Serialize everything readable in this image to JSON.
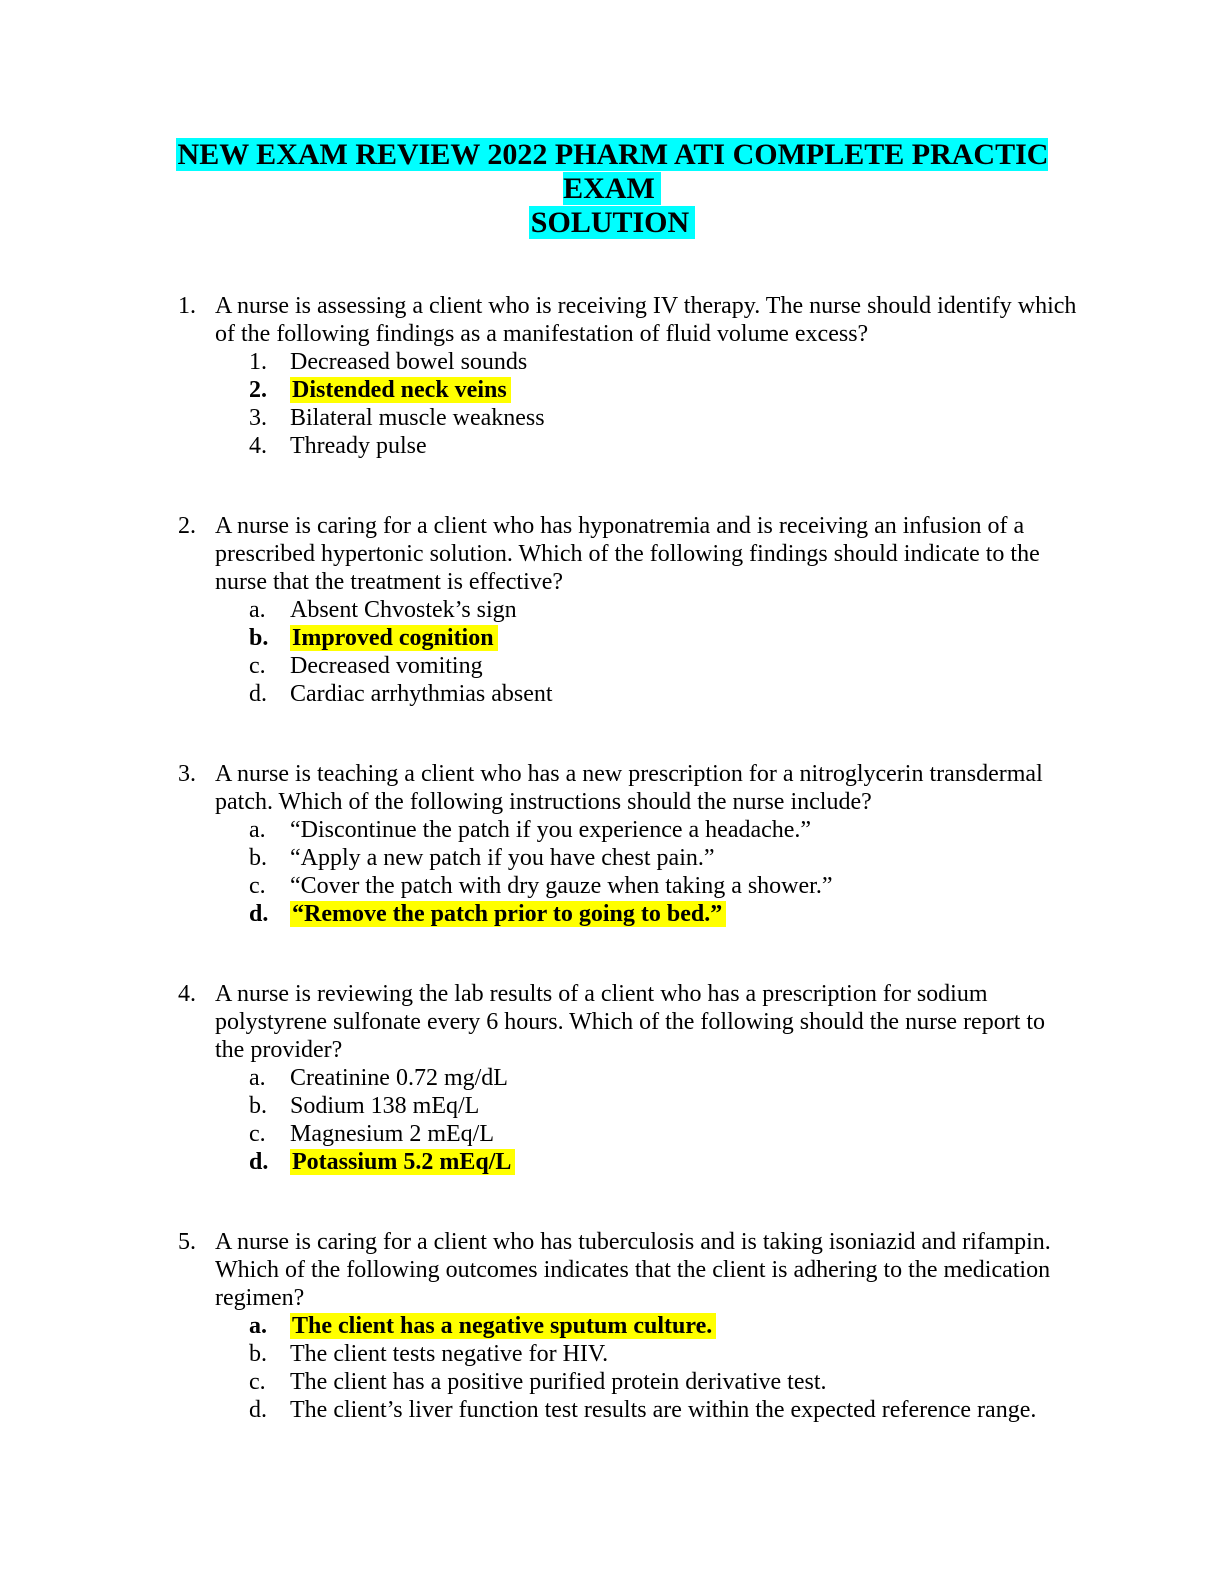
{
  "document": {
    "title_line1": "NEW EXAM REVIEW 2022 PHARM ATI COMPLETE PRACTIC EXAM",
    "title_line2": "SOLUTION",
    "title_highlight_color": "#00ffff",
    "answer_highlight_color": "#ffff00"
  },
  "questions": [
    {
      "number": "1.",
      "text": "A nurse is assessing a client who is receiving IV therapy. The nurse should identify which of the following findings as a manifestation of fluid volume excess?",
      "options": [
        {
          "marker": "1.",
          "text": "Decreased bowel sounds",
          "correct": false
        },
        {
          "marker": "2.",
          "text": "Distended neck veins",
          "correct": true
        },
        {
          "marker": "3.",
          "text": "Bilateral muscle weakness",
          "correct": false
        },
        {
          "marker": "4.",
          "text": "Thready pulse",
          "correct": false
        }
      ]
    },
    {
      "number": "2.",
      "text": "A nurse is caring for a client who has hyponatremia and is receiving an infusion of a prescribed hypertonic solution. Which of the following findings should indicate to the nurse that the treatment is effective?",
      "options": [
        {
          "marker": "a.",
          "text": "Absent Chvostek’s sign",
          "correct": false
        },
        {
          "marker": "b.",
          "text": "Improved cognition",
          "correct": true
        },
        {
          "marker": "c.",
          "text": "Decreased vomiting",
          "correct": false
        },
        {
          "marker": "d.",
          "text": "Cardiac arrhythmias absent",
          "correct": false
        }
      ]
    },
    {
      "number": "3.",
      "text": "A nurse is teaching a client who has a new prescription for a nitroglycerin transdermal patch. Which of the following instructions should the nurse include?",
      "options": [
        {
          "marker": "a.",
          "text": "“Discontinue the patch if you experience a headache.”",
          "correct": false
        },
        {
          "marker": "b.",
          "text": "“Apply a new patch if you have chest pain.”",
          "correct": false
        },
        {
          "marker": "c.",
          "text": "“Cover the patch with dry gauze when taking a shower.”",
          "correct": false
        },
        {
          "marker": "d.",
          "text": "“Remove the patch prior to going to bed.”",
          "correct": true
        }
      ]
    },
    {
      "number": "4.",
      "text": "A nurse is reviewing the lab results of a client who has a prescription for sodium polystyrene sulfonate every 6 hours. Which of the following should the nurse report to the provider?",
      "options": [
        {
          "marker": "a.",
          "text": "Creatinine 0.72 mg/dL",
          "correct": false
        },
        {
          "marker": "b.",
          "text": "Sodium 138 mEq/L",
          "correct": false
        },
        {
          "marker": "c.",
          "text": "Magnesium 2 mEq/L",
          "correct": false
        },
        {
          "marker": "d.",
          "text": "Potassium 5.2 mEq/L",
          "correct": true
        }
      ]
    },
    {
      "number": "5.",
      "text": "A nurse is caring for a client who has tuberculosis and is taking isoniazid and rifampin. Which of the following outcomes indicates that the client is adhering to the medication regimen?",
      "options": [
        {
          "marker": "a.",
          "text": "The client has a negative sputum culture.",
          "correct": true
        },
        {
          "marker": "b.",
          "text": "The client tests negative for HIV.",
          "correct": false
        },
        {
          "marker": "c.",
          "text": "The client has a positive purified protein derivative test.",
          "correct": false
        },
        {
          "marker": "d.",
          "text": "The client’s liver function test results are within the expected reference range.",
          "correct": false
        }
      ]
    }
  ]
}
